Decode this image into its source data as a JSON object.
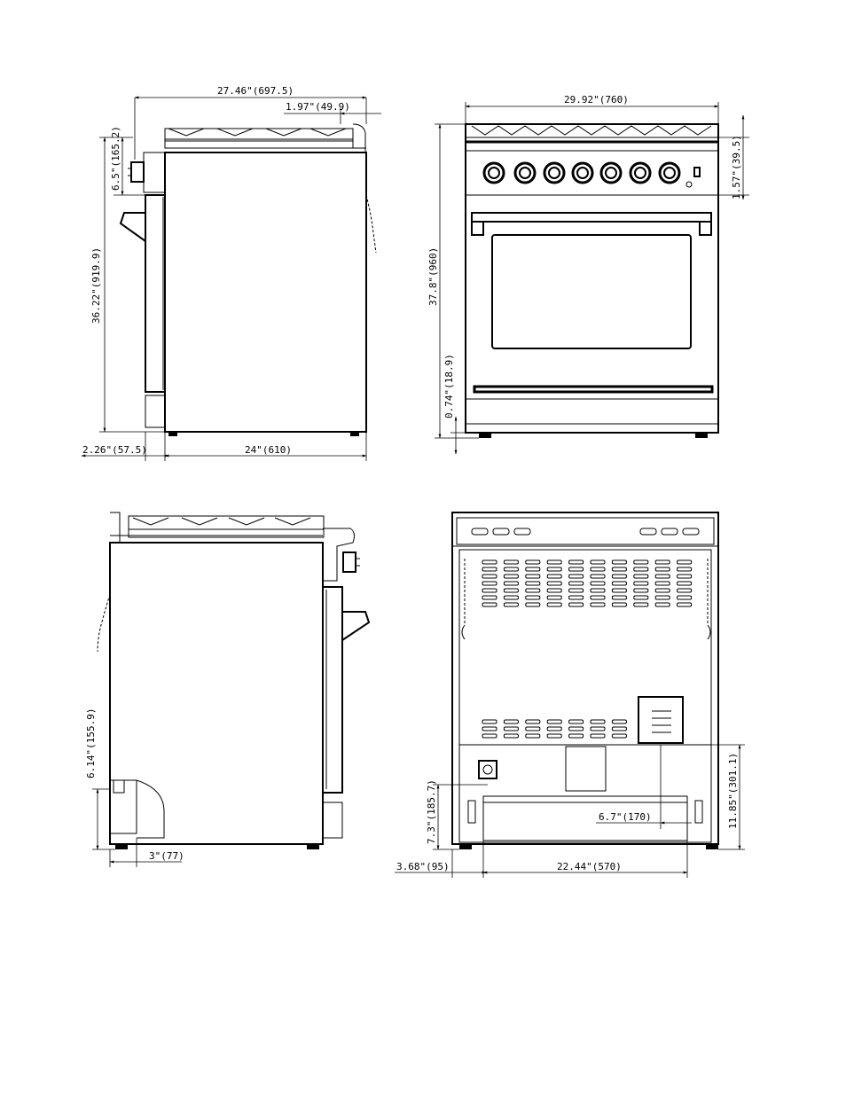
{
  "dimensions": {
    "side_left": {
      "overall_depth": "27.46\"(697.5)",
      "handle_offset": "1.97\"(49.9)",
      "knob_height": "6.5\"(165.2)",
      "total_height": "36.22\"(919.9)",
      "door_depth": "2.26\"(57.5)",
      "body_depth": "24\"(610)"
    },
    "front": {
      "width": "29.92\"(760)",
      "top_height": "1.57\"(39.5)",
      "height": "37.8\"(960)",
      "leg_height": "0.74\"(18.9)"
    },
    "side_right": {
      "gas_inlet_height": "6.14\"(155.9)",
      "gas_inlet_offset": "3\"(77)"
    },
    "rear": {
      "inlet_height": "7.3\"(185.7)",
      "power_height": "11.85\"(301.1)",
      "inlet_offset": "6.7\"(170)",
      "left_offset": "3.68\"(95)",
      "leg_span": "22.44\"(570)"
    }
  },
  "colors": {
    "line": "#000000",
    "background": "#ffffff"
  }
}
